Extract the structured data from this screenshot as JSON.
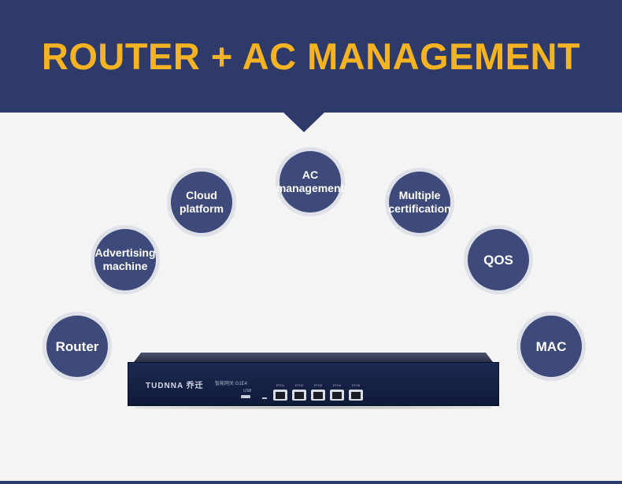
{
  "header": {
    "title": "ROUTER + AC MANAGEMENT"
  },
  "features": [
    {
      "id": "router",
      "label": "Router"
    },
    {
      "id": "advertising",
      "label": "Advertising\nmachine"
    },
    {
      "id": "cloud",
      "label": "Cloud\nplatform"
    },
    {
      "id": "ac",
      "label": "AC\nmanagement"
    },
    {
      "id": "multiple",
      "label": "Multiple\ncertification"
    },
    {
      "id": "qos",
      "label": "QOS"
    },
    {
      "id": "mac",
      "label": "MAC"
    }
  ],
  "device": {
    "brand": "TUDNNA 乔迁",
    "model_text": "智能网关 G1E4",
    "usb_label": "USB",
    "ports": [
      "ETH1",
      "ETH2",
      "ETH3",
      "ETH4",
      "ETH5"
    ]
  },
  "colors": {
    "navy": "#2e3a6a",
    "accent": "#f4b323",
    "bubble": "#3d4a7a"
  }
}
